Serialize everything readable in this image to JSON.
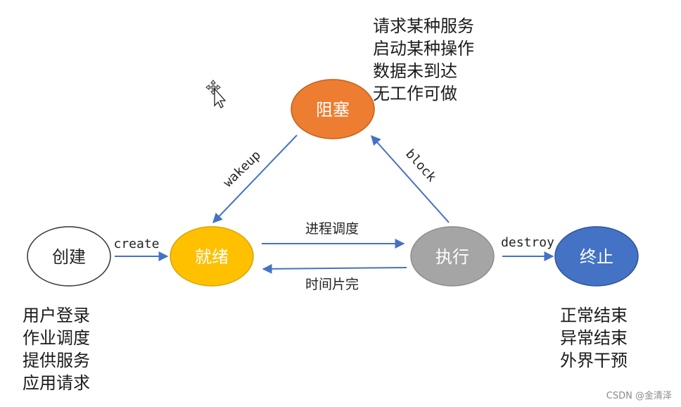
{
  "colors": {
    "create_fill": "#ffffff",
    "create_stroke": "#333333",
    "ready_fill": "#ffc000",
    "ready_stroke": "#d9a400",
    "blocked_fill": "#ed7d31",
    "blocked_stroke": "#c55f1a",
    "running_fill": "#a5a5a5",
    "running_stroke": "#8c8c8c",
    "end_fill": "#4472c4",
    "end_stroke": "#2f5597",
    "arrow": "#4472c4",
    "cursor": "#222222"
  },
  "nodes": {
    "create": "创建",
    "ready": "就绪",
    "blocked": "阻塞",
    "running": "执行",
    "end": "终止"
  },
  "edges": {
    "create": "create",
    "wakeup": "wakeup",
    "block": "block",
    "schedule": "进程调度",
    "timeslice": "时间片完",
    "destroy": "destroy"
  },
  "notes": {
    "blocked": [
      "请求某种服务",
      "启动某种操作",
      "数据未到达",
      "无工作可做"
    ],
    "create": [
      "用户登录",
      "作业调度",
      "提供服务",
      "应用请求"
    ],
    "end": [
      "正常结束",
      "异常结束",
      "外界干预"
    ]
  },
  "watermark": "CSDN @金清泽"
}
